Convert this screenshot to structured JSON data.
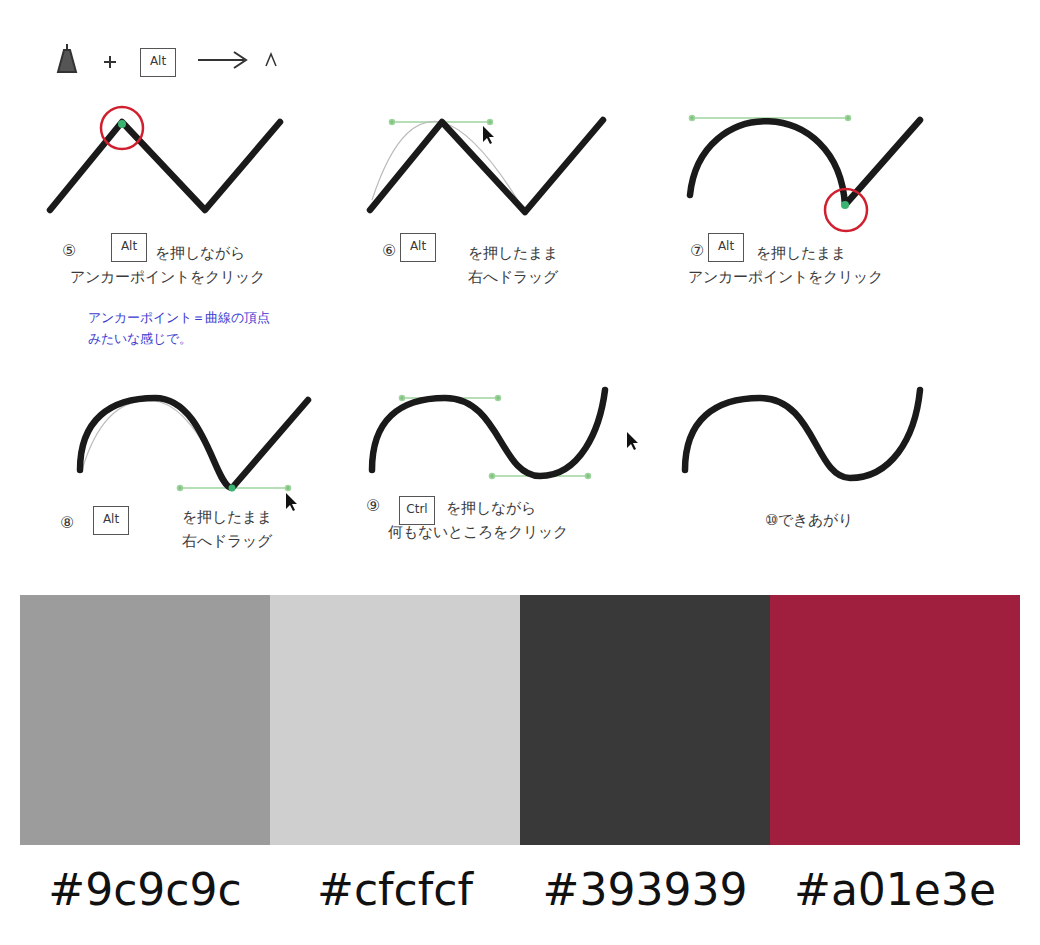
{
  "diagram": {
    "nodes": [
      {
        "text": [
          "Alt"
        ]
      },
      {
        "text": [
          "Alt"
        ]
      },
      {
        "text": [
          "Alt"
        ]
      },
      {
        "text": [
          "Alt"
        ]
      },
      {
        "text": [
          "Alt"
        ]
      },
      {
        "text": [
          "Ctrl"
        ]
      }
    ],
    "labels": [
      "⑤",
      "を押しながら アンカーポイントをクリック",
      "アンカーポイント＝曲線の頂点 みたいな感じで。",
      "⑥",
      "を押したまま 右へドラッグ",
      "⑦",
      "を押したまま アンカーポイントをクリック",
      "⑧",
      "を押したまま 右へドラッグ",
      "⑨",
      "を押しながら 何もないところをクリック",
      "⑩できあがり"
    ],
    "legend": [
      {
        "text": "#9c9c9c",
        "color": "#9c9c9c"
      },
      {
        "text": "#cfcfcf",
        "color": "#cfcfcf"
      },
      {
        "text": "#393939",
        "color": "#393939"
      },
      {
        "text": "#a01e3e",
        "color": "#a01e3e"
      }
    ]
  }
}
